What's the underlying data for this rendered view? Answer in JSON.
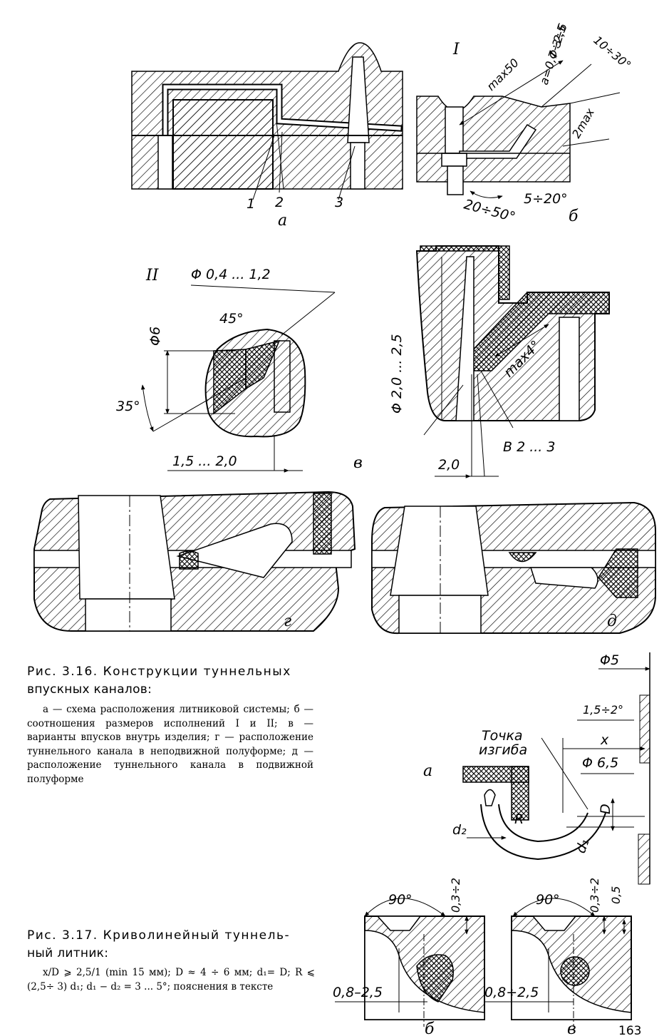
{
  "figure_316": {
    "labels": {
      "view_a": "а",
      "view_b": "б",
      "view_v": "в",
      "view_g": "г",
      "view_d": "д",
      "part_1": "1",
      "part_2": "2",
      "part_3": "3",
      "exec_I": "I",
      "exec_II": "II"
    },
    "dimensions": {
      "phi_3_6": "Φ 3÷6",
      "a_07_25": "a=0,7÷2,5",
      "deg_10_30": "10÷30°",
      "max50": "max50",
      "two_max": "2max",
      "deg_5_20": "5÷20°",
      "deg_20_50": "20÷50°",
      "phi_04_12": "Φ 0,4 ... 1,2",
      "phi6": "Φ6",
      "deg45": "45°",
      "deg35": "35°",
      "len_15_20": "1,5 ... 2,0",
      "phi_20_25": "Φ 2,0 ... 2,5",
      "max4": "max4°",
      "b_2_3": "B 2 ... 3",
      "len_20": "2,0"
    },
    "caption": {
      "title_line1": "Рис.  3.16. Конструкции туннельных",
      "title_line2": "впускных каналов:",
      "body": "а — схема расположения литниковой системы; б — соотношения размеров исполнений I и II; в — варианты впусков внутрь изделия; г — расположение туннельного канала в неподвижной полуформе; д — расположение туннельного канала в подвижной полуформе"
    }
  },
  "figure_317": {
    "labels": {
      "view_a": "а",
      "view_b": "б",
      "view_v": "в",
      "tochka": "Точка",
      "izgiba": "изгиба",
      "R": "R",
      "D": "D",
      "d1": "d₁",
      "d2": "d₂",
      "x": "x"
    },
    "dimensions": {
      "phi5": "Φ5",
      "deg_15_2": "1,5÷2°",
      "phi65": "Φ 6,5",
      "deg90_b": "90°",
      "deg90_v": "90°",
      "len_03_2": "0,3÷2",
      "len_03_2_v": "0,3÷2",
      "len_05": "0,5",
      "len_08_25_b": "0,8–2,5",
      "len_08_25_v": "0,8÷2,5"
    },
    "caption": {
      "title_line1": "Рис.  3.17.  Криволинейный  туннель-",
      "title_line2": "ный литник:",
      "body": "x/D ⩾ 2,5/1 (min 15 мм); D ≈ 4 ÷ 6 мм; d₁= D; R ⩽ (2,5÷ 3) d₁; d₁ − d₂ = 3 ... 5°; пояснения в тексте"
    }
  },
  "page_number": "163"
}
